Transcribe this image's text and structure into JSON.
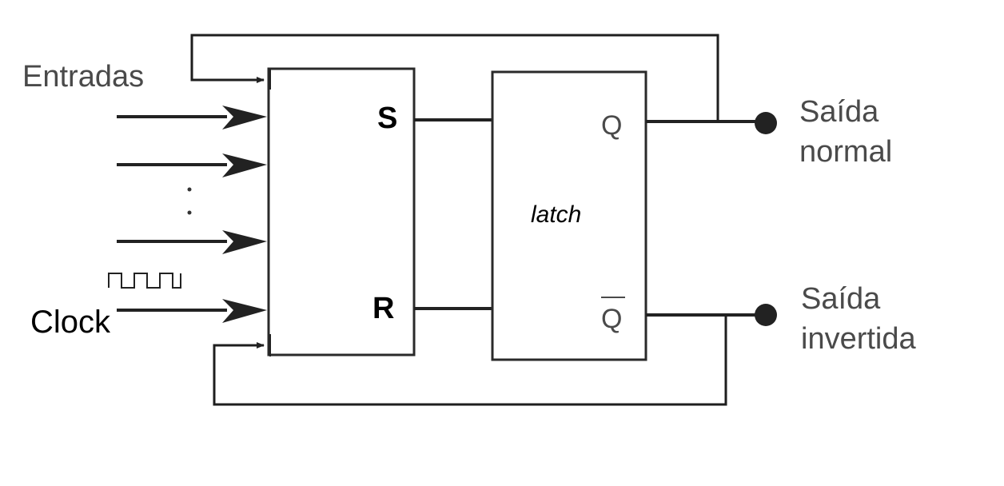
{
  "inputs_label": "Entradas",
  "clock_label": "Clock",
  "control_block": {
    "s_label": "S",
    "r_label": "R"
  },
  "latch_block": {
    "name": "latch",
    "q_label": "Q",
    "q_bar_label": "Q"
  },
  "outputs": {
    "normal": {
      "line1": "Saída",
      "line2": "normal"
    },
    "inverted": {
      "line1": "Saída",
      "line2": "invertida"
    }
  },
  "ellipsis": ":",
  "colors": {
    "line": "#222222",
    "box_border": "#2a2a2a",
    "scanned_text": "#4a4a4a",
    "added_text": "#000000"
  }
}
